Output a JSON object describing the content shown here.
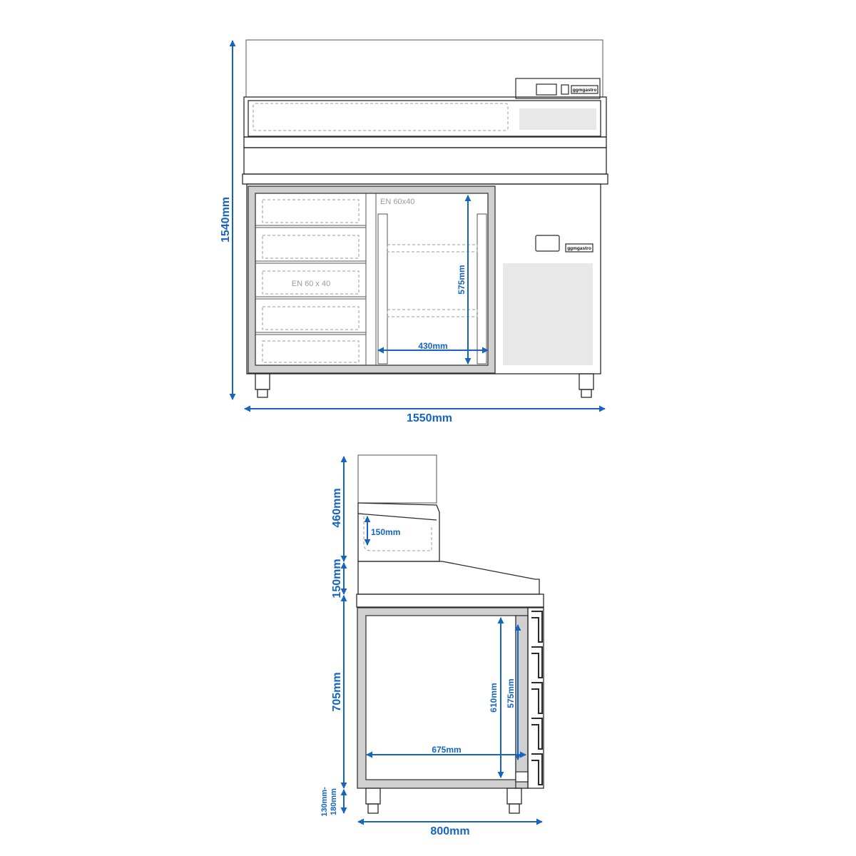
{
  "front_view": {
    "overall_width": "1550mm",
    "overall_height": "1540mm",
    "interior_width": "430mm",
    "interior_height": "575mm",
    "tray_label_top": "EN 60x40",
    "tray_label_drawer": "EN 60 x 40",
    "brand_controller": "ggmgastro",
    "brand_panel": "ggmgastro"
  },
  "side_view": {
    "depth": "800mm",
    "height_topper": "460mm",
    "height_rail": "150mm",
    "height_body": "705mm",
    "height_legs_line1": "130mm-",
    "height_legs_line2": "180mm",
    "rail_depth": "150mm",
    "inner_height_a": "610mm",
    "inner_height_b": "575mm",
    "inner_depth": "675mm"
  },
  "colors": {
    "dimension": "#1565c0",
    "outline": "#2a2a2a",
    "panel_fill": "#e8e8e8"
  }
}
